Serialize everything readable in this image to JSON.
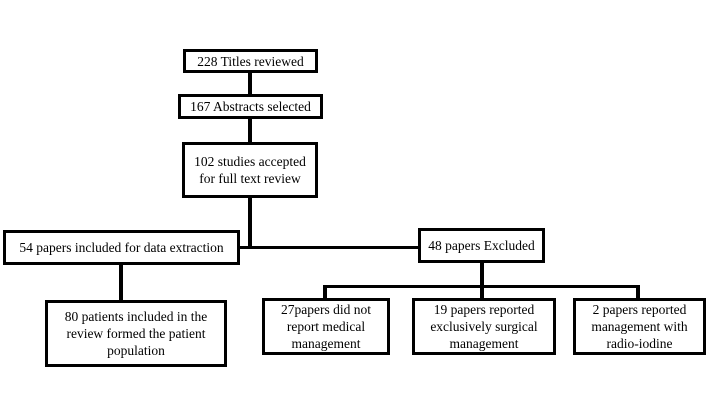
{
  "diagram": {
    "type": "flowchart",
    "colors": {
      "background": "#ffffff",
      "box_border": "#000000",
      "box_fill": "#ffffff",
      "connector": "#000000",
      "text": "#000000"
    },
    "boxes": {
      "titles_reviewed": "228 Titles reviewed",
      "abstracts_selected": "167 Abstracts selected",
      "studies_accepted": "102 studies accepted for full text review",
      "papers_included": "54 papers included for data extraction",
      "papers_excluded": "48 papers Excluded",
      "patients_included": "80 patients included in the review formed the patient population",
      "no_medical_management": "27papers did not report medical management",
      "surgical_management": "19 papers reported exclusively surgical management",
      "radio_iodine": "2 papers reported management with radio-iodine"
    }
  }
}
